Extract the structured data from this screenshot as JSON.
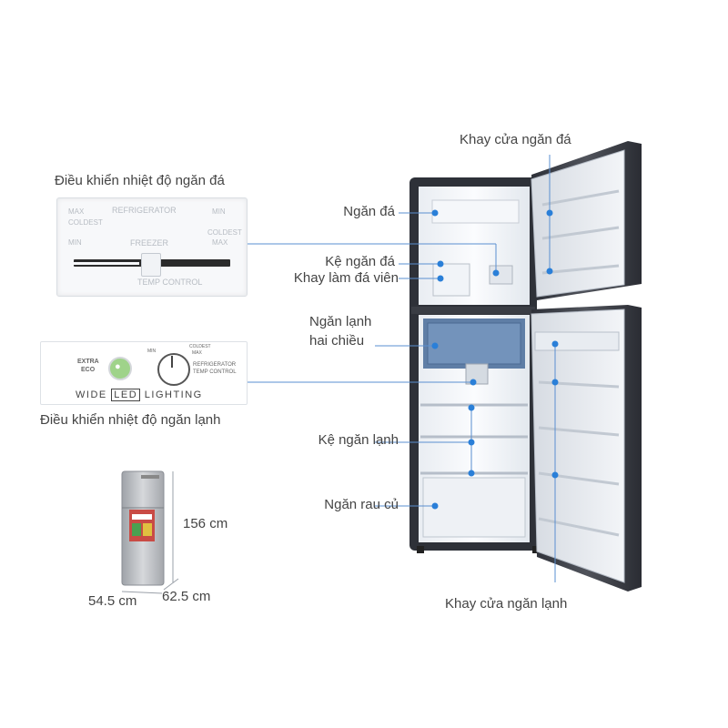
{
  "labels": {
    "freezer_door_tray": "Khay cửa ngăn đá",
    "freezer_control": "Điều khiển nhiệt độ ngăn đá",
    "freezer": "Ngăn đá",
    "freezer_shelf": "Kệ ngăn đá",
    "ice_tray": "Khay làm đá viên",
    "two_way_line1": "Ngăn lạnh",
    "two_way_line2": "hai chiều",
    "fridge_control": "Điều khiển nhiệt độ ngăn lạnh",
    "fridge_shelf": "Kệ ngăn lạnh",
    "vegetable": "Ngăn rau củ",
    "fridge_door_tray": "Khay cửa ngăn lạnh"
  },
  "freezer_panel": {
    "max_left": "MAX",
    "title_top": "REFRIGERATOR",
    "min_right": "MIN",
    "coldest_left": "COLDEST",
    "coldest_right": "COLDEST",
    "min_left": "MIN",
    "freezer": "FREEZER",
    "max_right": "MAX",
    "temp_control": "TEMP CONTROL"
  },
  "fridge_panel": {
    "extra": "EXTRA",
    "eco": "ECO",
    "min": "MIN",
    "coldest": "COLDEST",
    "max": "MAX",
    "refrigerator": "REFRIGERATOR",
    "temp_control": "TEMP CONTROL",
    "wide": "WIDE",
    "led": "LED",
    "lighting": "LIGHTING"
  },
  "dimensions": {
    "height": "156 cm",
    "width": "54.5 cm",
    "depth": "62.5 cm"
  },
  "colors": {
    "accent": "#2a7fd8",
    "line": "#5a8fd0",
    "body": "#3b3e46"
  }
}
